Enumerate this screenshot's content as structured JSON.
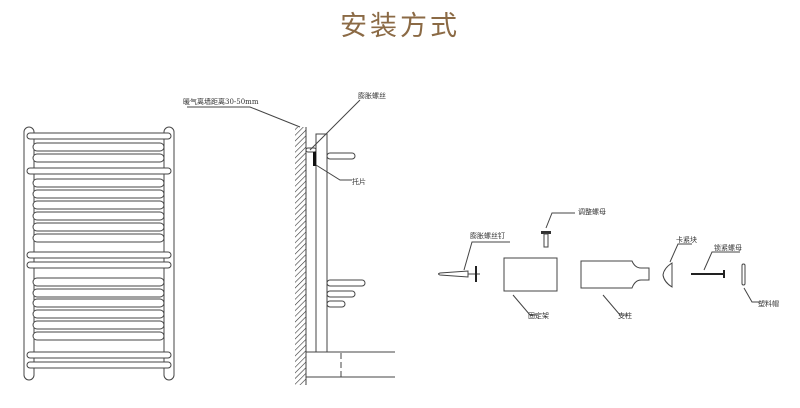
{
  "title": "安装方式",
  "side_view": {
    "distance_label": "暖气离墙距离30-50mm",
    "expansion_screw_label": "膨胀螺丝",
    "bracket_label": "托片"
  },
  "parts": {
    "adjust_nut": "调整螺母",
    "expansion_bolt": "膨胀螺丝钉",
    "fixing_frame": "固定架",
    "pillar": "支柱",
    "clamp_block": "卡紧块",
    "lock_nut": "锁紧螺母",
    "plastic_cap": "塑料帽"
  }
}
